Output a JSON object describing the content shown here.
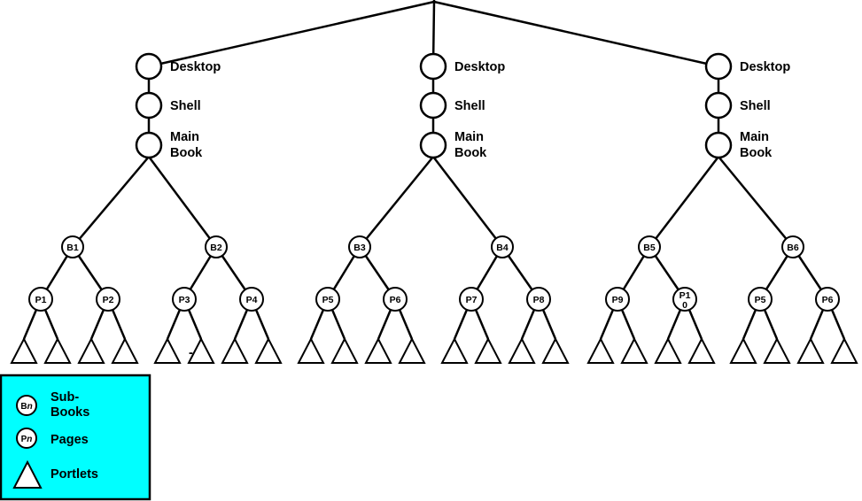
{
  "hierarchy": [
    {
      "desktop": "Desktop",
      "shell": "Shell",
      "main_book": [
        "Main",
        "Book"
      ]
    },
    {
      "desktop": "Desktop",
      "shell": "Shell",
      "main_book": [
        "Main",
        "Book"
      ]
    },
    {
      "desktop": "Desktop",
      "shell": "Shell",
      "main_book": [
        "Main",
        "Book"
      ]
    }
  ],
  "sub_books": [
    "B1",
    "B2",
    "B3",
    "B4",
    "B5",
    "B6"
  ],
  "pages": [
    [
      "P1"
    ],
    [
      "P2"
    ],
    [
      "P3"
    ],
    [
      "P4"
    ],
    [
      "P5"
    ],
    [
      "P6"
    ],
    [
      "P7"
    ],
    [
      "P8"
    ],
    [
      "P9"
    ],
    [
      "P1",
      "0"
    ],
    [
      "P5"
    ],
    [
      "P6"
    ]
  ],
  "legend": {
    "sub_book_symbol": [
      "B",
      "n"
    ],
    "sub_book_label": [
      "Sub-",
      "Books"
    ],
    "page_symbol": [
      "P",
      "n"
    ],
    "page_label": "Pages",
    "portlet_label": "Portlets"
  },
  "stray_mark": "-",
  "colors": {
    "legend_fill": "#00ffff",
    "stroke": "#000000",
    "node_fill": "#ffffff"
  }
}
